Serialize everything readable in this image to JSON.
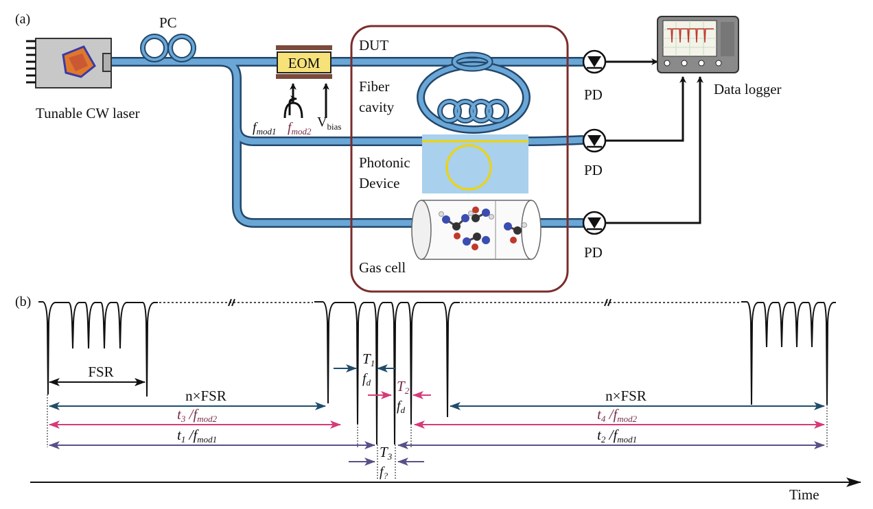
{
  "panel_a": {
    "tag": "(a)",
    "laser_label": "Tunable CW laser",
    "pc_label": "PC",
    "eom_label": "EOM",
    "dut_label": "DUT",
    "fiber_cavity_line1": "Fiber",
    "fiber_cavity_line2": "cavity",
    "photonic_line1": "Photonic",
    "photonic_line2": "Device",
    "gas_cell_label": "Gas cell",
    "pd_label": "PD",
    "logger_label": "Data logger",
    "fmod1_base": "f",
    "fmod1_sub": "mod1",
    "fmod2_base": "f",
    "fmod2_sub": "mod2",
    "vbias_base": "V",
    "vbias_sub": "bias"
  },
  "panel_b": {
    "tag": "(b)",
    "fsr_label": "FSR",
    "nfsr_left": "n×FSR",
    "nfsr_right": "n×FSR",
    "t3_label_num": "t",
    "t3_sub": "3",
    "t4_sub": "4",
    "t1_sub": "1",
    "t2_sub": "2",
    "slash": " /",
    "fmod_base": "f",
    "fmod1_sub": "mod1",
    "fmod2_sub": "mod2",
    "T1_base": "T",
    "T1_sub": "1",
    "T2_sub": "2",
    "T3_sub": "3",
    "fd_base": "f",
    "fd_sub": "d",
    "fq_sub": "?",
    "time_label": "Time"
  },
  "colors": {
    "fiber": "#4d8cbf",
    "fiber_dark": "#22476b",
    "dut_box": "#7a2c2c",
    "nfsr_arrow": "#1f4d6b",
    "t3_arrow": "#d63a78",
    "t1_arrow": "#5a4f86",
    "mod2_text": "#7a2c4d",
    "eom_fill": "#f7e27a",
    "chip_fill": "#a9d0ec",
    "ring_yellow": "#f0d400"
  }
}
